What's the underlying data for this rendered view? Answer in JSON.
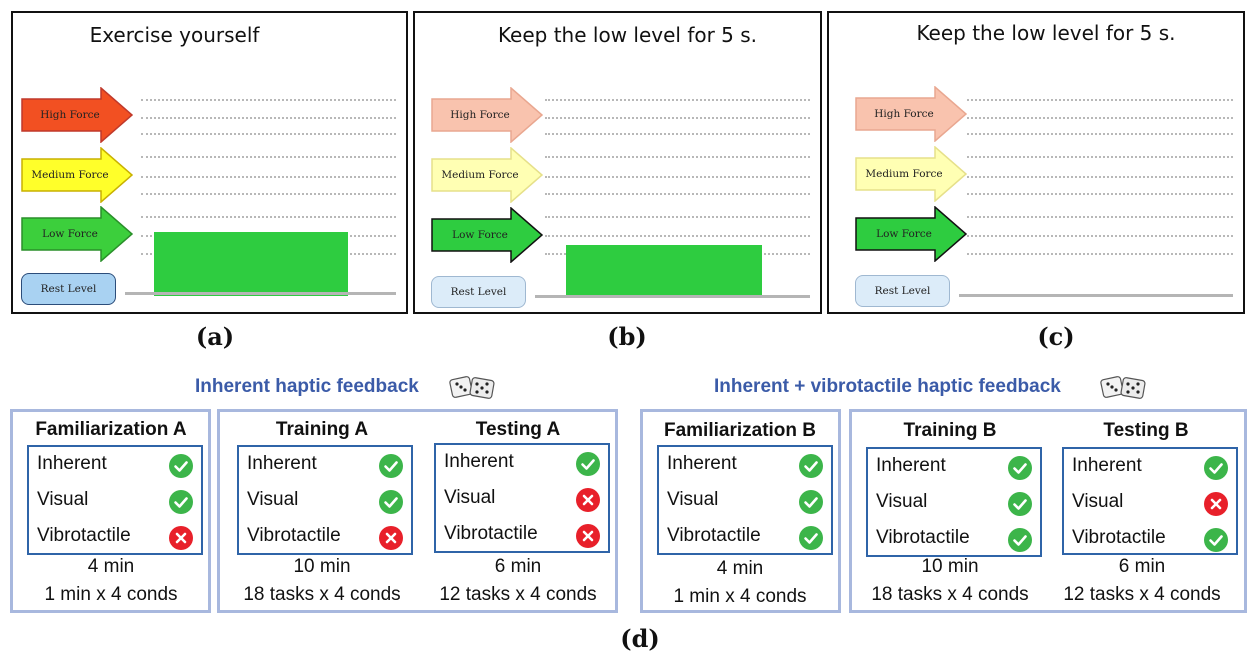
{
  "panels": [
    {
      "title": "Exercise yourself",
      "caption": "(a)",
      "arrows": [
        {
          "label": "High Force",
          "fill": "#f25022",
          "stroke": "#c0392b"
        },
        {
          "label": "Medium Force",
          "fill": "#ffff2a",
          "stroke": "#c9b100"
        },
        {
          "label": "Low Force",
          "fill": "#3ccf3c",
          "stroke": "#2a8f2a"
        }
      ],
      "rest": {
        "label": "Rest Level",
        "fill": "#a9d2f2",
        "stroke": "#2c4d7a"
      },
      "force_level": "Low Force"
    },
    {
      "title": "Keep the low level for 5 s.",
      "caption": "(b)",
      "arrows": [
        {
          "label": "High Force",
          "fill": "#f9c3ae",
          "stroke": "#e9a790"
        },
        {
          "label": "Medium Force",
          "fill": "#ffffb3",
          "stroke": "#e6e08a"
        },
        {
          "label": "Low Force",
          "fill": "#2ecc40",
          "stroke": "#111111"
        }
      ],
      "rest": {
        "label": "Rest Level",
        "fill": "#dcecf9",
        "stroke": "#9fb8d1"
      },
      "force_level": "Low Force"
    },
    {
      "title": "Keep the low level for 5 s.",
      "caption": "(c)",
      "arrows": [
        {
          "label": "High Force",
          "fill": "#f9c3ae",
          "stroke": "#e9a790"
        },
        {
          "label": "Medium Force",
          "fill": "#ffffb3",
          "stroke": "#e6e08a"
        },
        {
          "label": "Low Force",
          "fill": "#2ecc40",
          "stroke": "#111111"
        }
      ],
      "rest": {
        "label": "Rest Level",
        "fill": "#dcecf9",
        "stroke": "#9fb8d1"
      },
      "force_level": null
    }
  ],
  "protocol": {
    "caption": "(d)",
    "groups": [
      {
        "title": "Inherent haptic feedback",
        "icon": "dice-icon"
      },
      {
        "title": "Inherent + vibrotactile haptic feedback",
        "icon": "dice-icon"
      }
    ],
    "phases": [
      {
        "title": "Familiarization A",
        "rows": [
          {
            "label": "Inherent",
            "ok": true
          },
          {
            "label": "Visual",
            "ok": true
          },
          {
            "label": "Vibrotactile",
            "ok": false
          }
        ],
        "duration": "4 min",
        "detail": "1 min x 4 conds"
      },
      {
        "title": "Training A",
        "rows": [
          {
            "label": "Inherent",
            "ok": true
          },
          {
            "label": "Visual",
            "ok": true
          },
          {
            "label": "Vibrotactile",
            "ok": false
          }
        ],
        "duration": "10 min",
        "detail": "18 tasks x 4 conds"
      },
      {
        "title": "Testing A",
        "rows": [
          {
            "label": "Inherent",
            "ok": true
          },
          {
            "label": "Visual",
            "ok": false
          },
          {
            "label": "Vibrotactile",
            "ok": false
          }
        ],
        "duration": "6 min",
        "detail": "12 tasks x 4 conds"
      },
      {
        "title": "Familiarization B",
        "rows": [
          {
            "label": "Inherent",
            "ok": true
          },
          {
            "label": "Visual",
            "ok": true
          },
          {
            "label": "Vibrotactile",
            "ok": true
          }
        ],
        "duration": "4 min",
        "detail": "1 min x 4 conds"
      },
      {
        "title": "Training B",
        "rows": [
          {
            "label": "Inherent",
            "ok": true
          },
          {
            "label": "Visual",
            "ok": true
          },
          {
            "label": "Vibrotactile",
            "ok": true
          }
        ],
        "duration": "10 min",
        "detail": "18 tasks x 4 conds"
      },
      {
        "title": "Testing B",
        "rows": [
          {
            "label": "Inherent",
            "ok": true
          },
          {
            "label": "Visual",
            "ok": false
          },
          {
            "label": "Vibrotactile",
            "ok": true
          }
        ],
        "duration": "6 min",
        "detail": "12 tasks x 4 conds"
      }
    ],
    "colors": {
      "check": "#3cb54a",
      "cross": "#e8202a",
      "outer_border": "#a8b8de",
      "inner_border": "#2f64a8",
      "group_title": "#3b5ba8"
    }
  }
}
